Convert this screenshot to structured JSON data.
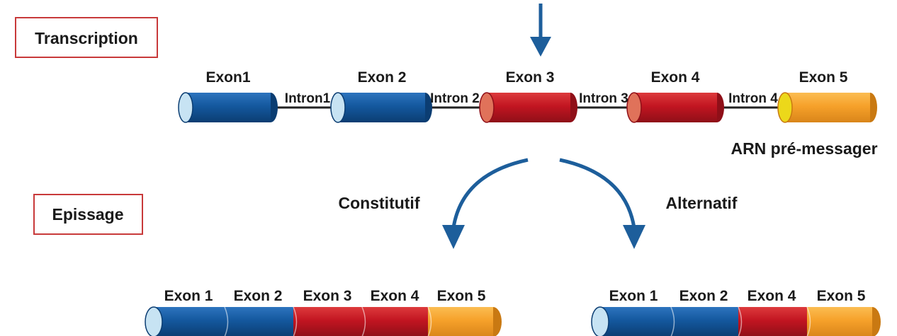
{
  "colors": {
    "blue": "#14589e",
    "blue_cap": "#c7e3f3",
    "red": "#c21521",
    "red_cap": "#e0725a",
    "orange": "#f6a12a",
    "orange_cap": "#ecd81a",
    "arrow": "#1d5e9b",
    "box_border": "#c8393a",
    "line": "#222222"
  },
  "steps": {
    "transcription": "Transcription",
    "epissage": "Epissage"
  },
  "pre_mrna": {
    "caption": "ARN pré-messager",
    "exons": [
      {
        "label": "Exon1",
        "color": "blue"
      },
      {
        "label": "Exon 2",
        "color": "blue"
      },
      {
        "label": "Exon 3",
        "color": "red"
      },
      {
        "label": "Exon 4",
        "color": "red"
      },
      {
        "label": "Exon 5",
        "color": "orange"
      }
    ],
    "introns": [
      {
        "label": "Intron1"
      },
      {
        "label": "Intron 2"
      },
      {
        "label": "Intron 3"
      },
      {
        "label": "Intron 4"
      }
    ]
  },
  "branches": {
    "constitutive": "Constitutif",
    "alternative": "Alternatif"
  },
  "mrna_constitutive": {
    "exons": [
      {
        "label": "Exon 1",
        "color": "blue"
      },
      {
        "label": "Exon 2",
        "color": "blue"
      },
      {
        "label": "Exon 3",
        "color": "red"
      },
      {
        "label": "Exon 4",
        "color": "red"
      },
      {
        "label": "Exon 5",
        "color": "orange"
      }
    ]
  },
  "mrna_alternative": {
    "exons": [
      {
        "label": "Exon 1",
        "color": "blue"
      },
      {
        "label": "Exon 2",
        "color": "blue"
      },
      {
        "label": "Exon 4",
        "color": "red"
      },
      {
        "label": "Exon 5",
        "color": "orange"
      }
    ]
  }
}
